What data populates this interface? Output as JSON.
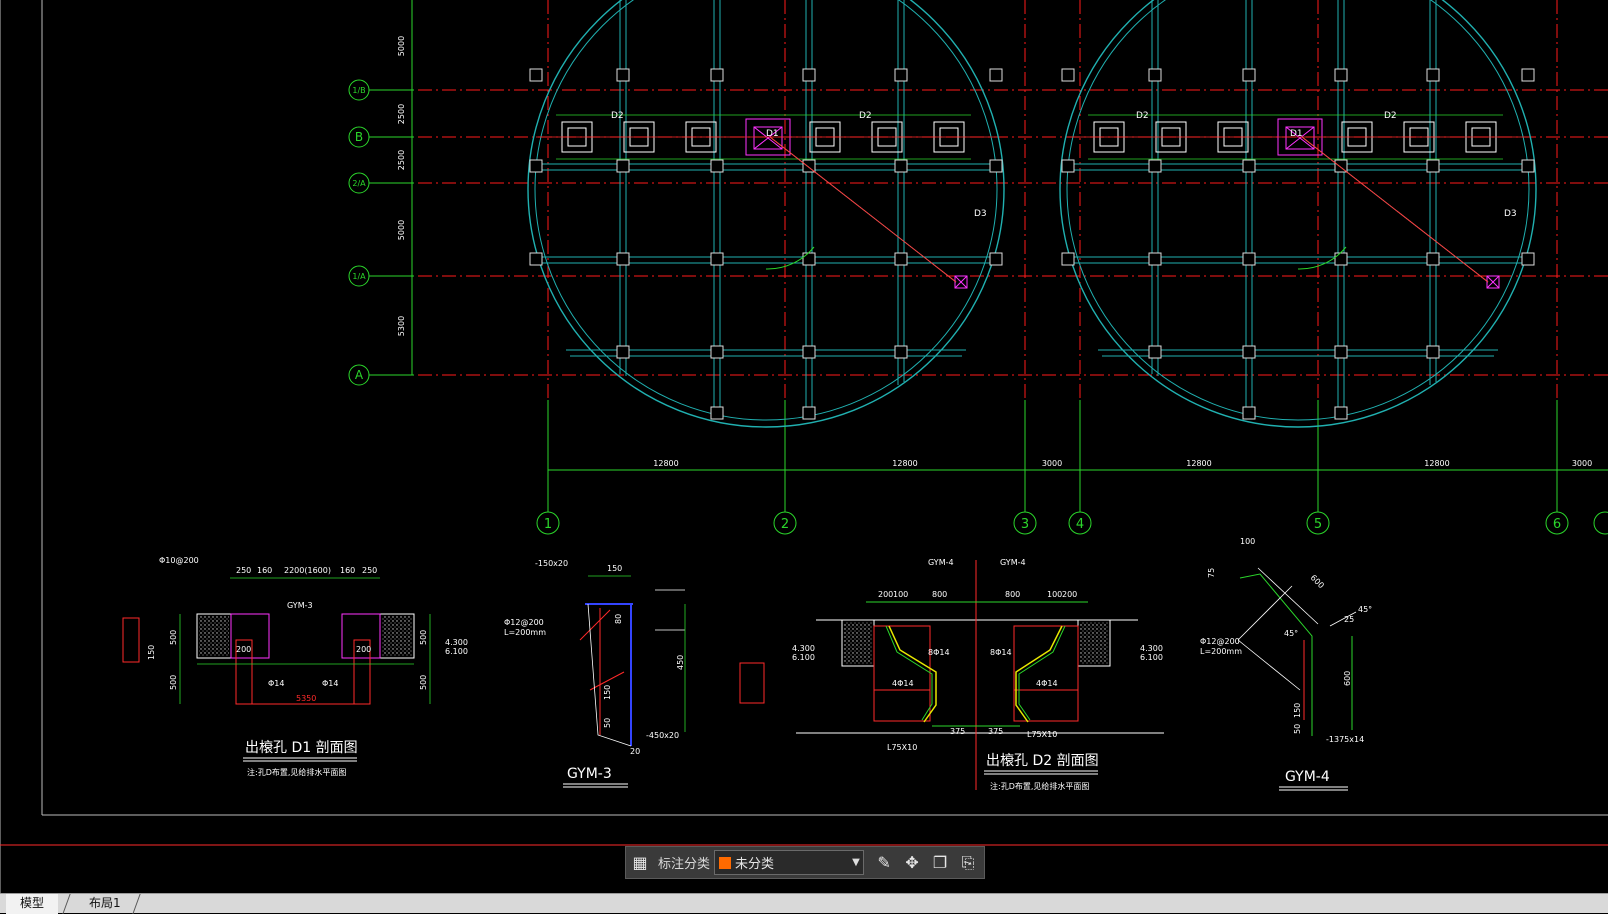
{
  "tabs": {
    "model": "模型",
    "layout1": "布局1"
  },
  "toolbar": {
    "grid_icon": "grid-icon",
    "label": "标注分类",
    "category_value": "未分类",
    "category_color": "#ff6a00",
    "icons": [
      "edit-icon",
      "move-icon",
      "copy-icon",
      "paste-icon"
    ]
  },
  "drawing": {
    "row_axes": [
      "1/B",
      "B",
      "2/A",
      "1/A",
      "A"
    ],
    "row_dims": [
      "5000",
      "2500",
      "2500",
      "5000",
      "5300"
    ],
    "col_axes": [
      "1",
      "2",
      "3",
      "4",
      "5",
      "6"
    ],
    "col_dims": [
      "12800",
      "12800",
      "3000",
      "12800",
      "12800",
      "3000"
    ],
    "hole_labels": [
      "D1",
      "D2",
      "D3"
    ],
    "detail_titles": [
      "出榱孔 D1 剖面图",
      "GYM-3",
      "出榱孔 D2 剖面图",
      "GYM-4"
    ],
    "detail_notes": [
      "注:孔D布置,见给排水平面图",
      "注:孔D布置,见给排水平面图"
    ],
    "d1_dims": [
      "250",
      "160",
      "2200(1600)",
      "160",
      "250",
      "5350",
      "200",
      "200",
      "500",
      "500",
      "500",
      "500",
      "150"
    ],
    "d1_labels": [
      "Φ10@200",
      "GYM-3",
      "4.300",
      "6.100",
      "Φ14",
      "Φ14"
    ],
    "gym3_dims": [
      "150",
      "80",
      "450",
      "150",
      "50",
      "20"
    ],
    "gym3_labels": [
      "-150x20",
      "Φ12@200",
      "L=200mm",
      "-450x20"
    ],
    "d2_dims": [
      "200",
      "100",
      "800",
      "800",
      "100",
      "200",
      "375",
      "375",
      "4.300",
      "6.100",
      "4.300",
      "6.100"
    ],
    "d2_labels": [
      "GYM-4",
      "GYM-4",
      "8Φ14",
      "8Φ14",
      "L75X10",
      "L75X10",
      "4Φ14",
      "4Φ14"
    ],
    "gym4_dims": [
      "100",
      "600",
      "75",
      "600",
      "150",
      "50",
      "45°",
      "45°",
      "25"
    ],
    "gym4_labels": [
      "Φ12@200",
      "L=200mm",
      "-1375x14"
    ]
  }
}
